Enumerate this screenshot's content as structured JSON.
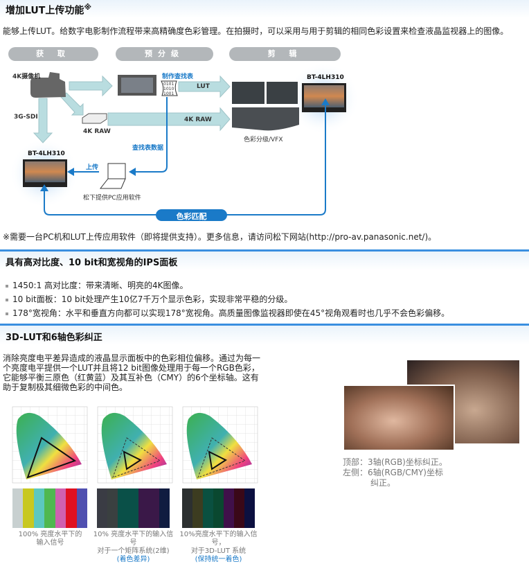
{
  "section1": {
    "title": "增加LUT上传功能",
    "title_mark": "※",
    "intro": "能够上传LUT。给数字电影制作流程带来高精确度色彩管理。在拍摄时，可以采用与用于剪辑的相同色彩设置来检查液晶监视器上的图像。",
    "diagram": {
      "stages": [
        "获 取",
        "预分级",
        "剪 辑"
      ],
      "camera": "4K摄像机",
      "make_lut": "制作查找表",
      "binary": [
        "0101",
        "1010",
        "1001"
      ],
      "lut": "LUT",
      "monitor_right": "BT-4LH310",
      "sdi": "3G-SDI",
      "raw_box": "4K RAW",
      "raw_arrow": "4K RAW",
      "grading": "色彩分级/VFX",
      "lut_data": "查找表数据",
      "monitor_left": "BT-4LH310",
      "upload": "上传",
      "software": "松下提供PC应用软件",
      "color_match": "色彩匹配"
    },
    "note": "※需要一台PC机和LUT上传应用软件（即将提供支持）。更多信息，请访问松下网站(http://pro-av.panasonic.net/)。"
  },
  "section2": {
    "title": "具有高对比度、10 bit和宽视角的IPS面板",
    "bullets": [
      "1450:1 高对比度：带来清晰、明亮的4K图像。",
      "10 bit面板：10 bit处理产生10亿7千万个显示色彩，实现非常平稳的分级。",
      "178°宽视角：水平和垂直方向都可以实现178°宽视角。高质量图像监视器即使在45°视角观看时也几乎不会色彩偏移。"
    ]
  },
  "section3": {
    "title": "3D-LUT和6轴色彩纠正",
    "body": [
      "消除亮度电平差异造成的液晶显示面板中的色彩相位偏移。通过为每一",
      "个亮度电平提供一个LUT并且将12 bit图像处理用于每一个RGB色彩，",
      "它能够平衡三原色（红黄蓝）及其互补色（CMY）的6个坐标轴。这有",
      "助于复制极其细微色彩的中间色。"
    ],
    "captions": [
      {
        "l1": "100% 亮度水平下的",
        "l2": "输入信号",
        "l3": ""
      },
      {
        "l1": "10% 亮度水平下的输入信号",
        "l2": "对于一个矩阵系统(2维)",
        "l3": "(着色差异)"
      },
      {
        "l1": "10%亮度水平下的输入信号，",
        "l2": "对于3D-LUT 系统",
        "l3": "(保持统一着色)"
      }
    ],
    "photo_caption": [
      "顶部：3轴(RGB)坐标纠正。",
      "左侧：6轴(RGB/CMY)坐标",
      "纠正。"
    ],
    "bars": [
      [
        "#c8d0d0",
        "#c8c820",
        "#5cc8c0",
        "#50b850",
        "#d060b0",
        "#e01020",
        "#5050b0"
      ],
      [
        "#3a3c44",
        "#3a4040",
        "#0a5048",
        "#0a5048",
        "#3a1848",
        "#3a1848",
        "#101c40"
      ],
      [
        "#2c3030",
        "#3c3c20",
        "#0a5040",
        "#0a4830",
        "#40104a",
        "#3a0818",
        "#0c1040"
      ]
    ]
  }
}
